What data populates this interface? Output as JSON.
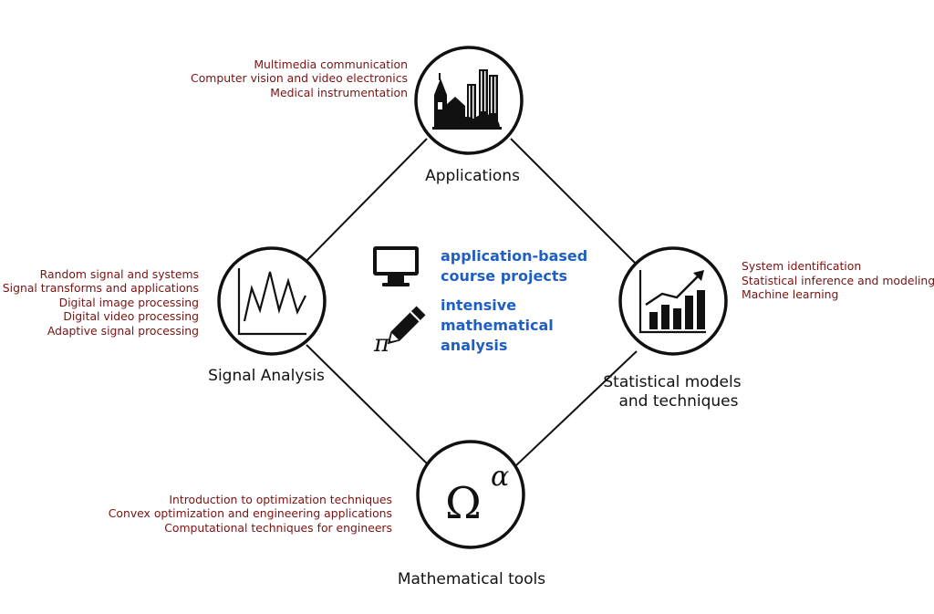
{
  "colors": {
    "topic": "#7a1212",
    "center": "#1f5fc4",
    "line": "#111111"
  },
  "applications": {
    "label": "Applications",
    "icon": "city-skyline-icon",
    "topics": [
      "Multimedia communication",
      "Computer vision and video electronics",
      "Medical instrumentation"
    ]
  },
  "signal": {
    "label": "Signal Analysis",
    "icon": "signal-waveform-icon",
    "topics": [
      "Random signal and systems",
      "Signal transforms and applications",
      "Digital image processing",
      "Digital video processing",
      "Adaptive signal processing"
    ]
  },
  "statistical": {
    "label_line1": "Statistical models",
    "label_line2": "and techniques",
    "icon": "growth-bar-chart-icon",
    "topics": [
      "System identification",
      "Statistical inference and modeling",
      "Machine learning"
    ]
  },
  "math": {
    "label": "Mathematical tools",
    "icon": "omega-alpha-icon",
    "symbol_base": "Ω",
    "symbol_exp": "α",
    "topics": [
      "Introduction to optimization techniques",
      "Convex optimization and engineering applications",
      "Computational techniques for engineers"
    ]
  },
  "center": {
    "item1": {
      "icon": "monitor-icon",
      "line1": "application-based",
      "line2": "course projects"
    },
    "item2": {
      "icon": "pi-pencil-icon",
      "symbol": "π",
      "line1": "intensive",
      "line2": "mathematical",
      "line3": "analysis"
    }
  }
}
